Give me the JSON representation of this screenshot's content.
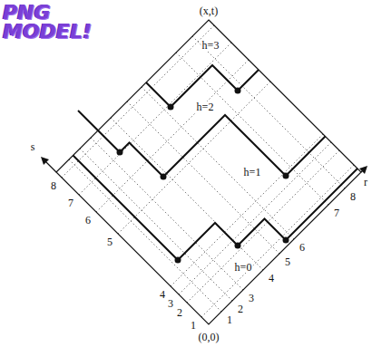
{
  "diagram": {
    "labels": [
      "PNG MODEL!",
      "(x,t)",
      "h=3",
      "h=2",
      "h=1",
      "h=0",
      "s",
      "8",
      "7",
      "6",
      "5",
      "4",
      "3",
      "2",
      "1",
      "r",
      "1",
      "2",
      "3",
      "4",
      "5",
      "6",
      "7",
      "8",
      "(0,0)"
    ]
  }
}
